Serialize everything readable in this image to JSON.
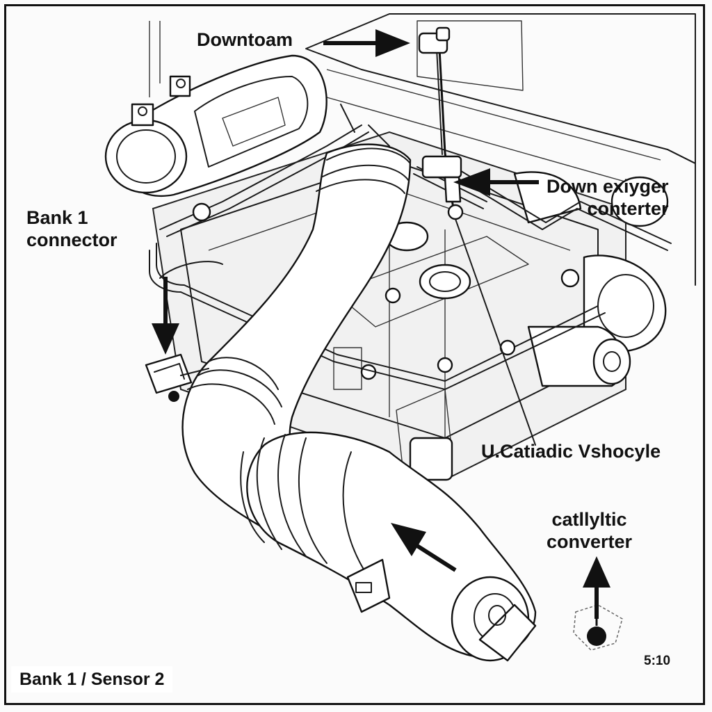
{
  "labels": {
    "downtoam": "Downtoam",
    "bank1_connector_line1": "Bank 1",
    "bank1_connector_line2": "connector",
    "down_oxygen_line1": "Down exiyger",
    "down_oxygen_line2": "conterter",
    "ucatiadic": "U.Catiadic Vshocyle",
    "catalytic_line1": "catllyltic",
    "catalytic_line2": "converter",
    "scale": "5:10",
    "bank_sensor": "Bank 1 / Sensor 2"
  }
}
